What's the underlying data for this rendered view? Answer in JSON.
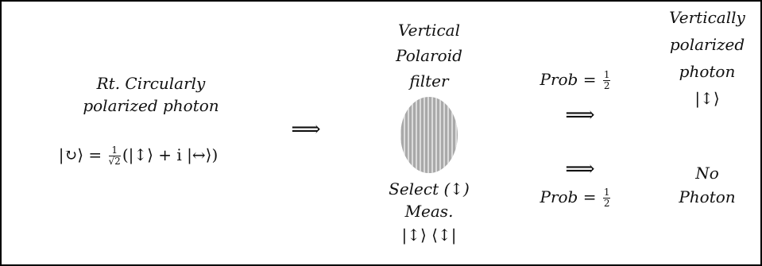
{
  "source": {
    "line1": "Rt. Circularly",
    "line2": "polarized photon",
    "state_lhs": "|↻⟩ = ",
    "frac_num": "1",
    "frac_den": "√2",
    "state_rhs": "(|↕⟩ + i |↔⟩)"
  },
  "main_arrow": "⟹",
  "filter": {
    "line1": "Vertical",
    "line2": "Polaroid",
    "line3": "filter",
    "icon": "polaroid-filter-icon",
    "select": "Select (↕)",
    "meas": "Meas.",
    "projector": "|↕⟩ ⟨↕|"
  },
  "upper_branch": {
    "prob_prefix": "Prob = ",
    "prob_num": "1",
    "prob_den": "2",
    "arrow": "⟹",
    "out_line1": "Vertically",
    "out_line2": "polarized",
    "out_line3": "photon",
    "out_line4": "|↕⟩"
  },
  "lower_branch": {
    "arrow": "⟹",
    "prob_prefix": "Prob = ",
    "prob_num": "1",
    "prob_den": "2",
    "out_line1": "No",
    "out_line2": "Photon"
  }
}
